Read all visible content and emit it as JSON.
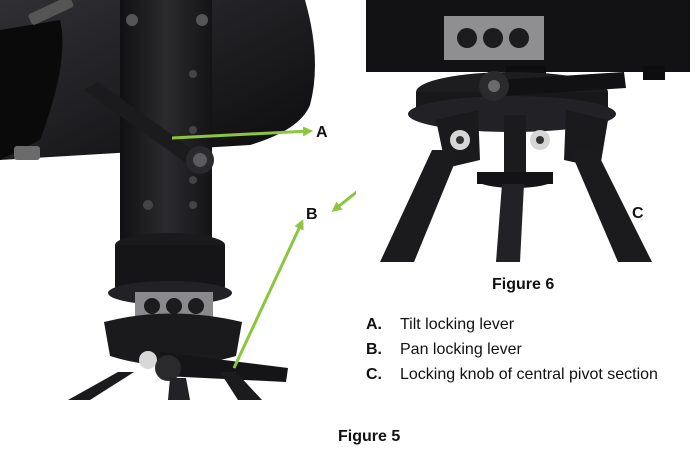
{
  "callouts": {
    "a": "A",
    "b": "B",
    "c": "C"
  },
  "figure5": {
    "caption": "Figure 5"
  },
  "figure6": {
    "caption": "Figure 6"
  },
  "legend": [
    {
      "key": "A.",
      "text": "Tilt locking lever"
    },
    {
      "key": "B.",
      "text": "Pan locking lever"
    },
    {
      "key": "C.",
      "text": "Locking knob of central pivot section"
    }
  ],
  "colors": {
    "arrow": "#8cc63f",
    "metal": "#1c1c1e",
    "metal_light": "#3a3a3d",
    "orange": "#d9541f"
  }
}
